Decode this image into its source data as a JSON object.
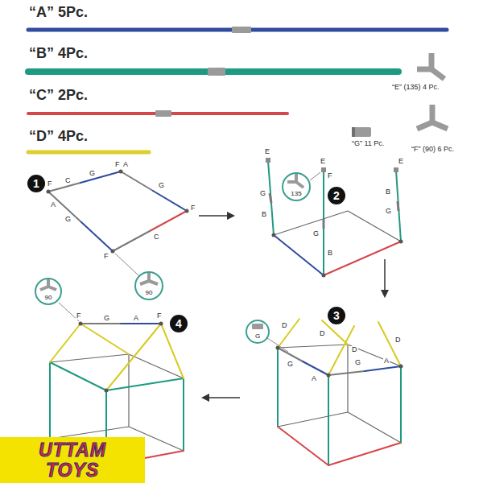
{
  "diagram": {
    "nodes": [
      {
        "text": [
          "1"
        ]
      },
      {
        "text": [
          "2"
        ]
      },
      {
        "text": [
          "135"
        ]
      },
      {
        "text": [
          "90"
        ]
      },
      {
        "text": [
          "90"
        ]
      },
      {
        "text": [
          "G"
        ]
      },
      {
        "text": [
          "3"
        ]
      },
      {
        "text": [
          "4"
        ]
      },
      {
        "text": [
          "UTTAM TOYS"
        ]
      }
    ],
    "labels": [
      "“A” 5Pc.",
      "“B” 4Pc.",
      "“E” (135) 4 Pc.",
      "“C” 2Pc.",
      "“G” 11 Pc.",
      "“F” (90) 6 Pc.",
      "“D” 4Pc.",
      "F",
      "C",
      "G",
      "F",
      "A",
      "A",
      "G",
      "G",
      "F",
      "F",
      "C",
      "E",
      "E",
      "E",
      "F",
      "G",
      "B",
      "G",
      "B",
      "B",
      "G",
      "D",
      "D",
      "D",
      "D",
      "G",
      "A",
      "G",
      "A",
      "F",
      "G",
      "A",
      "F"
    ]
  }
}
